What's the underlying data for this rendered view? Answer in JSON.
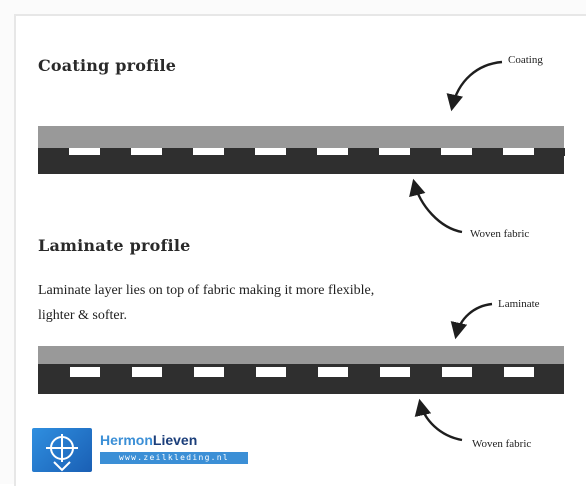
{
  "coating": {
    "title": "Coating profile",
    "top_label": "Coating",
    "bottom_label": "Woven fabric"
  },
  "laminate": {
    "title": "Laminate profile",
    "description": "Laminate layer lies on top of fabric making it more flexible, lighter & softer.",
    "top_label": "Laminate",
    "bottom_label": "Woven fabric"
  },
  "logo": {
    "name_part1": "Hermon",
    "name_part2": "Lieven",
    "url": "www.zeilkleding.nl"
  },
  "colors": {
    "coating_layer": "#999999",
    "fabric": "#2f2f2f",
    "gap": "#ffffff",
    "text": "#2a2a2a"
  }
}
